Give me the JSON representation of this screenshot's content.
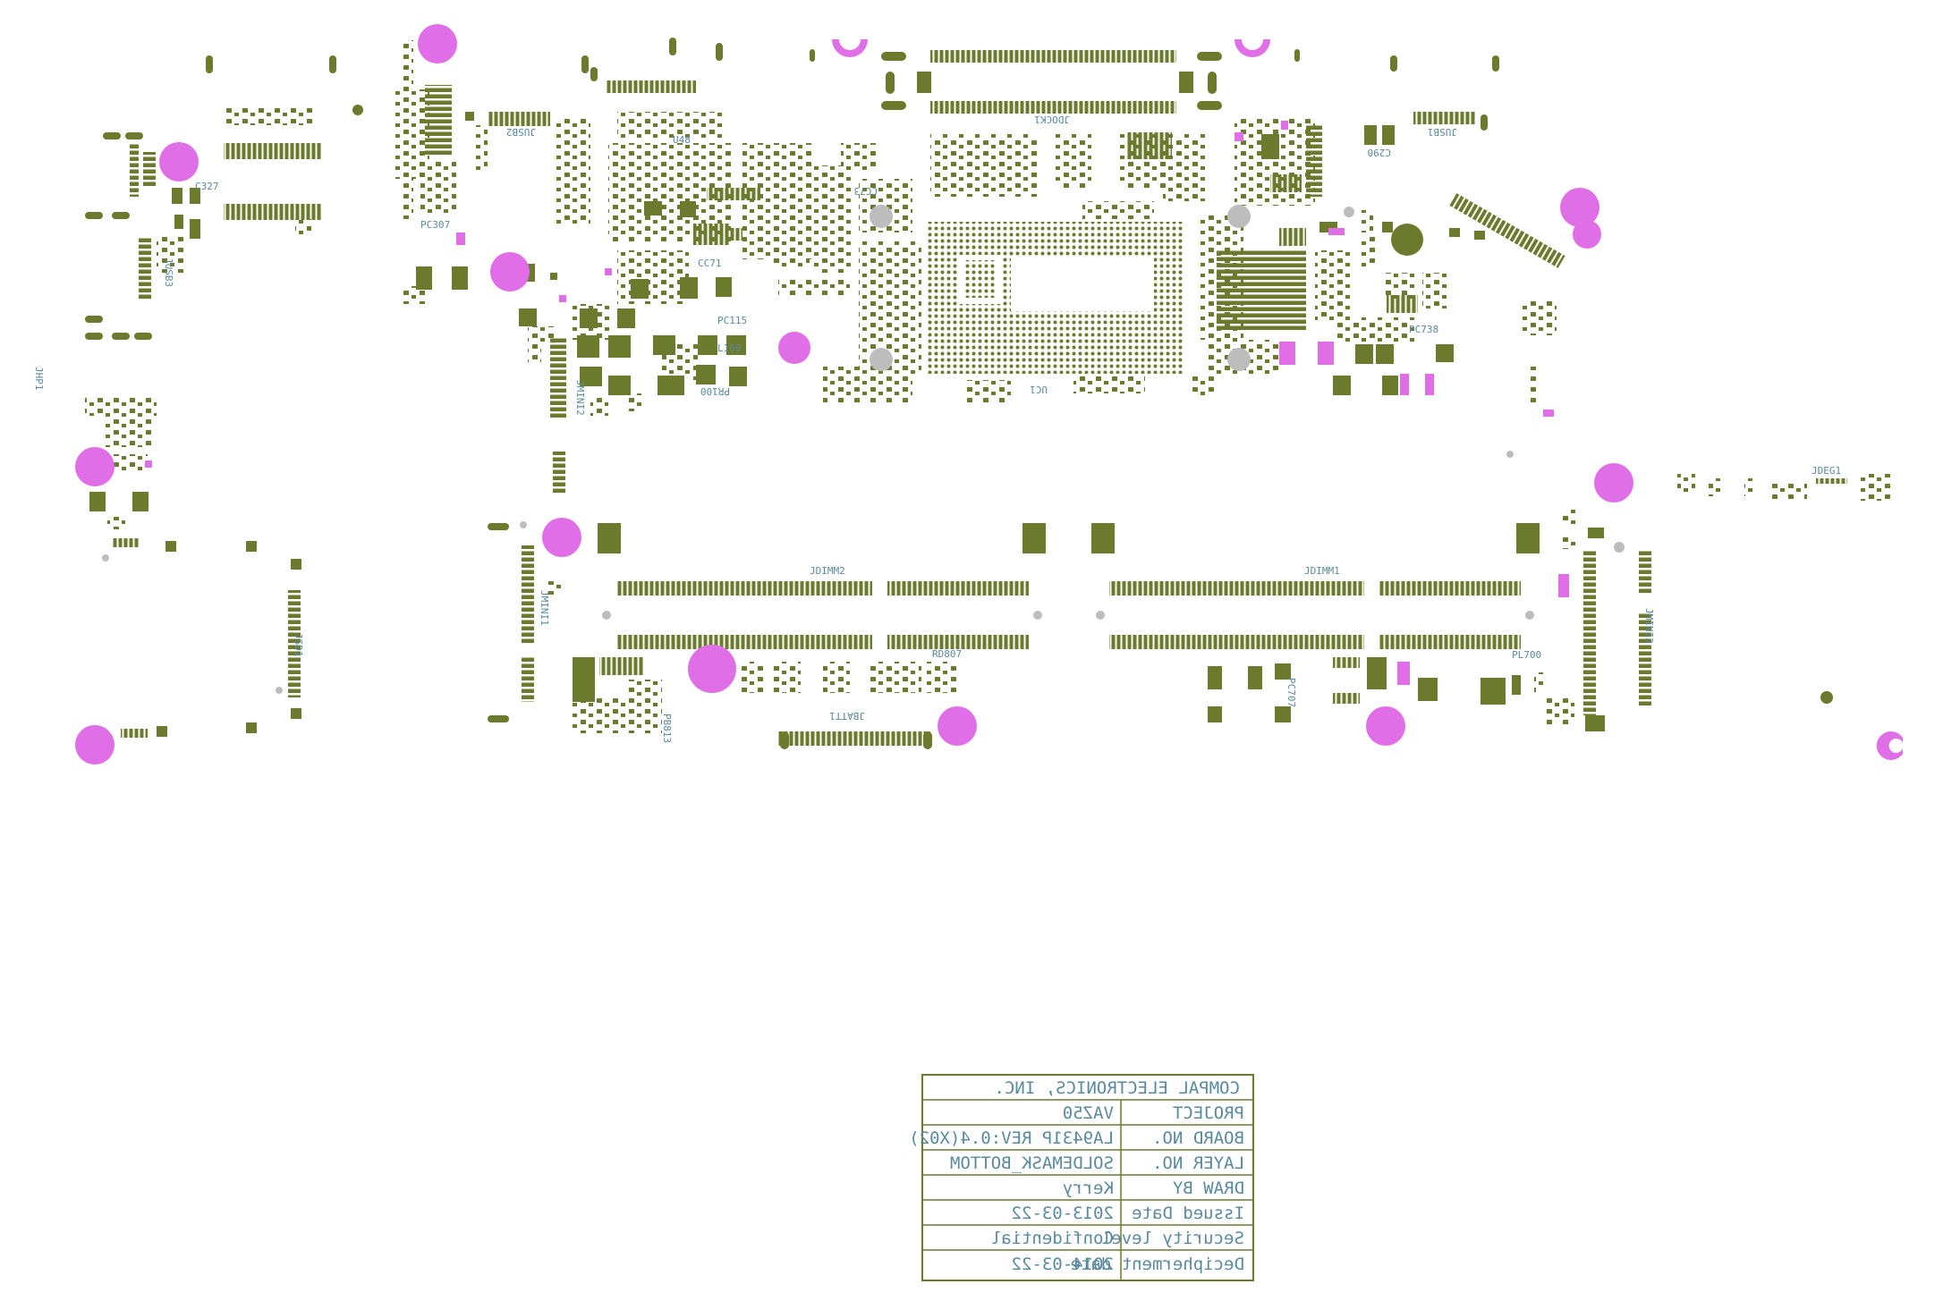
{
  "colors": {
    "pad": "#6b7a2c",
    "via_hole": "#bdbdbd",
    "mounting_hole": "#e06ee6",
    "silkscreen_label": "#5a8a9e",
    "title_border": "#6b7a2c"
  },
  "labels": {
    "jhp1": "JHP1",
    "c327": "C327",
    "jusb3": "JUSB3",
    "pc307": "PC307",
    "jusb2": "JUSB2",
    "u48": "U48",
    "jdock1": "JDOCK1",
    "jusb1": "JUSB1",
    "c290": "C290",
    "cc73": "CC73",
    "cc71": "CC71",
    "pc115": "PC115",
    "l100": "L100",
    "pr100": "PR100",
    "jmini2": "JMINI2",
    "ucpu": "UC1",
    "pc738": "PC738",
    "jdeg1": "JDEG1",
    "jdimm2": "JDIMM2",
    "jdimm1": "JDIMM1",
    "jmini1": "JMINI1",
    "jmini3": "JMINI3",
    "rd807": "RD807",
    "pb813": "PB813",
    "pc707": "PC707",
    "pl700": "PL700",
    "jbatt1": "JBATT1",
    "jsd1": "JSD1"
  },
  "title_block": {
    "company": "COMPAL ELECTRONICS, INC.",
    "rows": [
      {
        "label": "PROJECT",
        "value": "VAZ50"
      },
      {
        "label": "BOARD NO.",
        "value": "LA9431P  REV:0.4(X02)"
      },
      {
        "label": "LAYER NO.",
        "value": "SOLDEMASK_BOTTOM"
      },
      {
        "label": "DRAW BY",
        "value": "Kerry"
      },
      {
        "label": "Issued  Date",
        "value": "2013-03-22"
      },
      {
        "label": "Security level",
        "value": "Confidential"
      },
      {
        "label": "Decipherment date",
        "value": "2014-03-22"
      }
    ]
  }
}
